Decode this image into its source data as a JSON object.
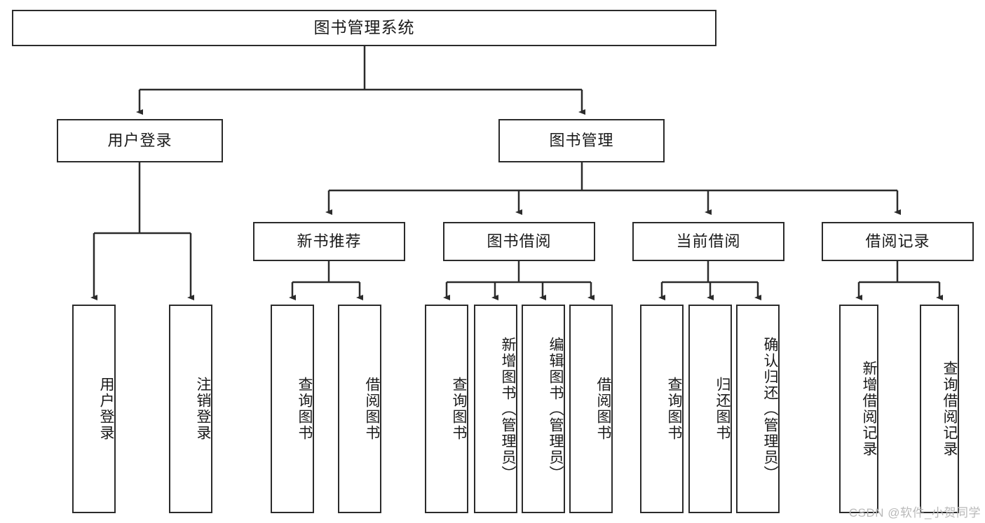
{
  "diagram": {
    "title": "图书管理系统",
    "type": "hierarchy-tree",
    "watermark": "CSDN @软件_小贺同学",
    "colors": {
      "box_border": "#2b2b2b",
      "box_fill": "#ffffff",
      "connector": "#2b2b2b",
      "text": "#1a1a1a",
      "watermark": "#b9b9b9",
      "background": "#ffffff"
    },
    "levels": {
      "root": {
        "label": "图书管理系统"
      },
      "level2": [
        {
          "label": "用户登录"
        },
        {
          "label": "图书管理"
        }
      ],
      "level3": [
        {
          "label": "新书推荐"
        },
        {
          "label": "图书借阅"
        },
        {
          "label": "当前借阅"
        },
        {
          "label": "借阅记录"
        }
      ],
      "leaves": {
        "user_login": [
          {
            "label": "用户登录"
          },
          {
            "label": "注销登录"
          }
        ],
        "new_book_recommend": [
          {
            "label": "查询图书"
          },
          {
            "label": "借阅图书"
          }
        ],
        "book_borrow": [
          {
            "label": "查询图书"
          },
          {
            "label": "新增图书（管理员）"
          },
          {
            "label": "编辑图书（管理员）"
          },
          {
            "label": "借阅图书"
          }
        ],
        "current_borrow": [
          {
            "label": "查询图书"
          },
          {
            "label": "归还图书"
          },
          {
            "label": "确认归还（管理员）"
          }
        ],
        "borrow_record": [
          {
            "label": "新增借阅记录"
          },
          {
            "label": "查询借阅记录"
          }
        ]
      }
    }
  }
}
